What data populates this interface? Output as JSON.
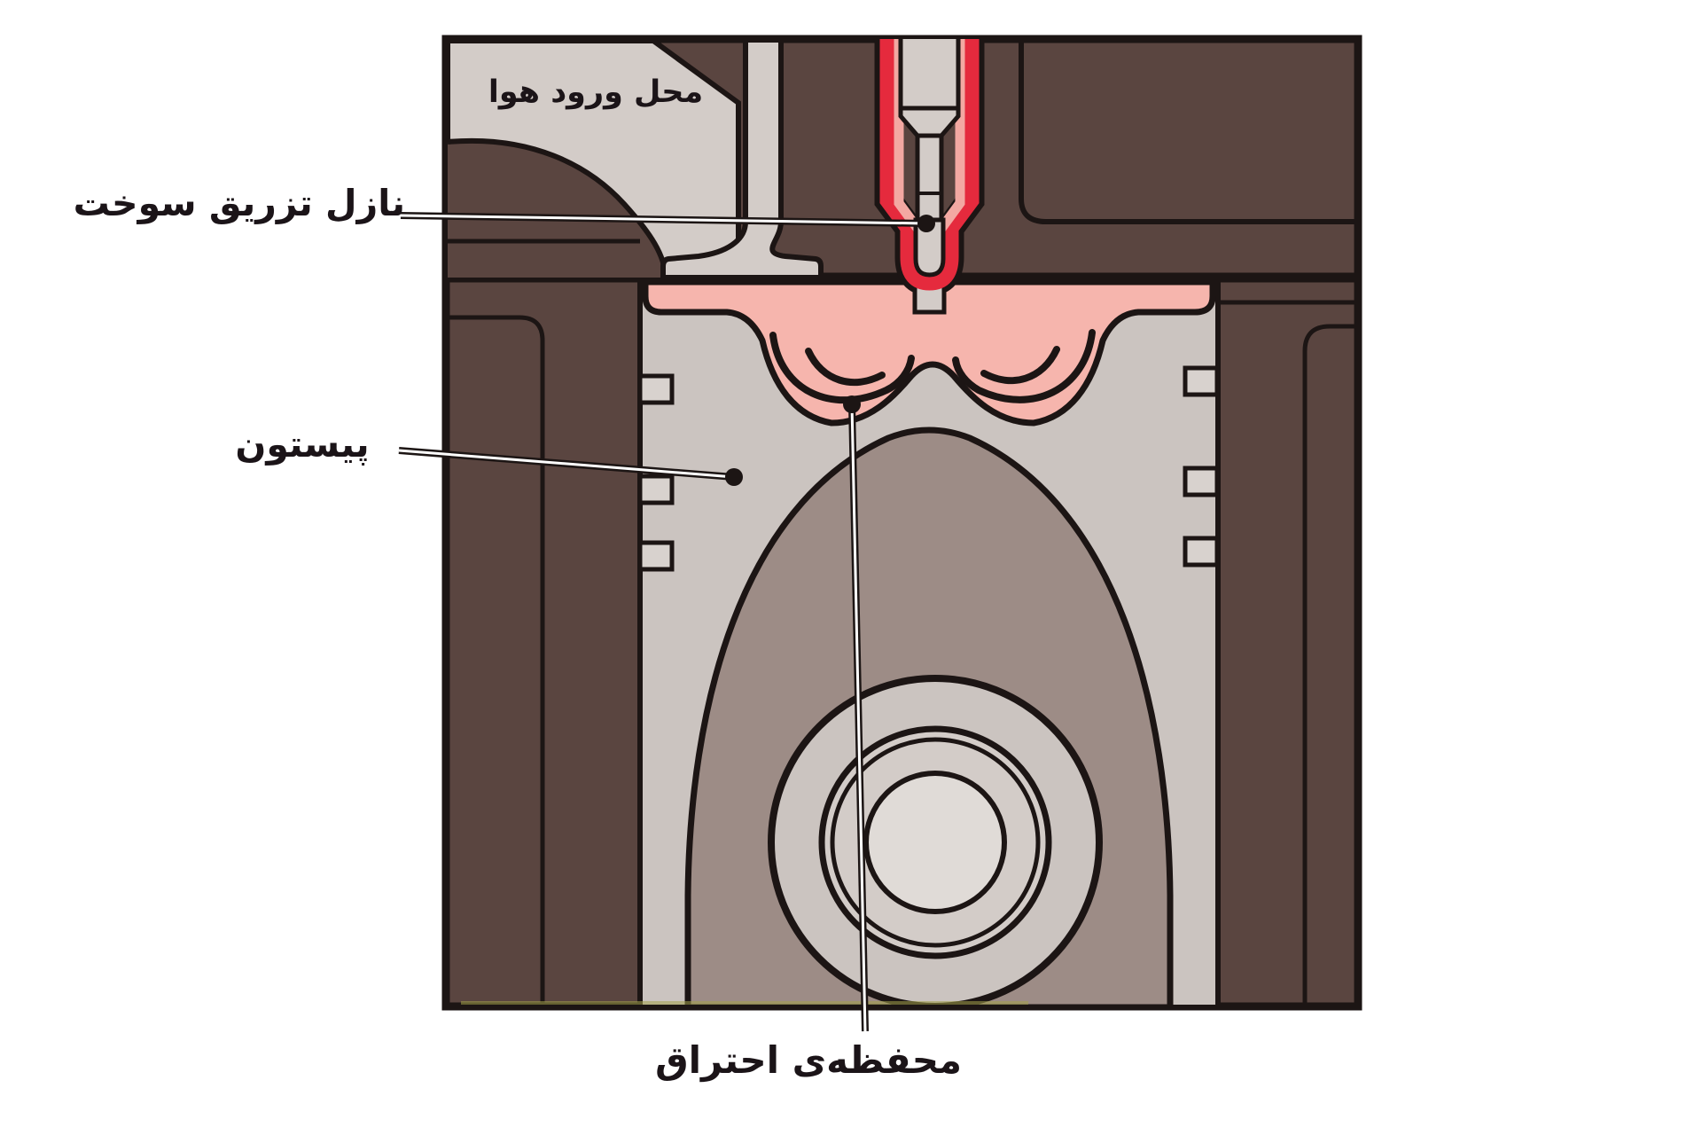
{
  "diagram": {
    "title": "diesel-engine-direct-injection-cross-section",
    "labels": {
      "air_inlet": "محل ورود هوا",
      "fuel_injector_nozzle": "نازل تزریق سوخت",
      "piston": "پیستون",
      "combustion_chamber": "محفظه‌ی احتراق"
    },
    "colors": {
      "engine_block_brown": "#5a4540",
      "metal_light_grey": "#d3ccc8",
      "piston_grey": "#cbc4c0",
      "piston_interior_taupe": "#9d8c86",
      "combustion_pink": "#f6b5ad",
      "injector_red": "#e52a3d",
      "injector_lining_pink": "#f3a8a2",
      "ring_groove_grey": "#d8d2ce",
      "line_black": "#1c1514",
      "background": "#ffffff"
    }
  }
}
